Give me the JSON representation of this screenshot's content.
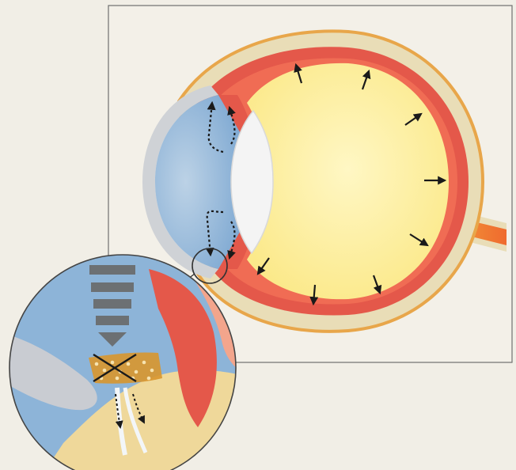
{
  "figure": {
    "subject": "eye-cross-section-glaucoma",
    "colors": {
      "background": "#f1eee6",
      "panel": "#f3f0e8",
      "panel_border": "#6f6f6f",
      "sclera": "#e9ddb7",
      "sclera_outline": "#e8a64a",
      "choroid": "#e4584a",
      "retina": "#f06c54",
      "vitreous": "#fbe98a",
      "vitreous_center": "#fff7c4",
      "cornea": "#cfd2d6",
      "aqueous": "#7fa9d2",
      "aqueous_light": "#bcd2e6",
      "lens": "#f4f4f4",
      "optic_nerve": "#ef6a2e",
      "arrow": "#1a1a1a",
      "trabecular": "#d8962e",
      "blocked_mark": "#1a1a1a"
    },
    "callout": "drainage-angle-magnified",
    "blocked_outflow_marker": "x-mark"
  }
}
